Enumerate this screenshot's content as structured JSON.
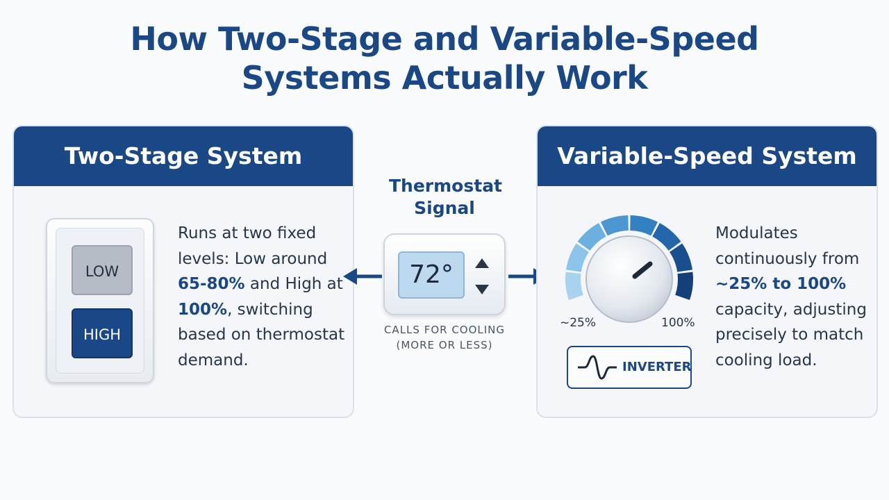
{
  "title_line1": "How Two-Stage and Variable-Speed",
  "title_line2": "Systems Actually Work",
  "two_stage": {
    "header": "Two-Stage System",
    "low_label": "LOW",
    "high_label": "HIGH",
    "desc_1": "Runs at two fixed levels: Low around ",
    "desc_bold_1": "65-80%",
    "desc_2": " and High at ",
    "desc_bold_2": "100%",
    "desc_3": ", switching based on thermostat demand."
  },
  "thermostat": {
    "label": "Thermostat Signal",
    "temp": "72°",
    "calls_line1": "CALLS FOR COOLING",
    "calls_line2": "(MORE OR LESS)"
  },
  "variable_speed": {
    "header": "Variable-Speed System",
    "dial_min": "~25%",
    "dial_max": "100%",
    "inverter_label": "INVERTER",
    "desc_1": "Modulates continuously from ",
    "desc_bold": "~25% to 100%",
    "desc_2": " capacity, adjusting precisely to match cooling load."
  },
  "colors": {
    "navy": "#1a4785",
    "dial_segments": [
      "#a9d2ef",
      "#8cc4ea",
      "#6cb0e0",
      "#4c97d1",
      "#3380c2",
      "#2366ab",
      "#1a4f8f",
      "#153f78"
    ]
  }
}
